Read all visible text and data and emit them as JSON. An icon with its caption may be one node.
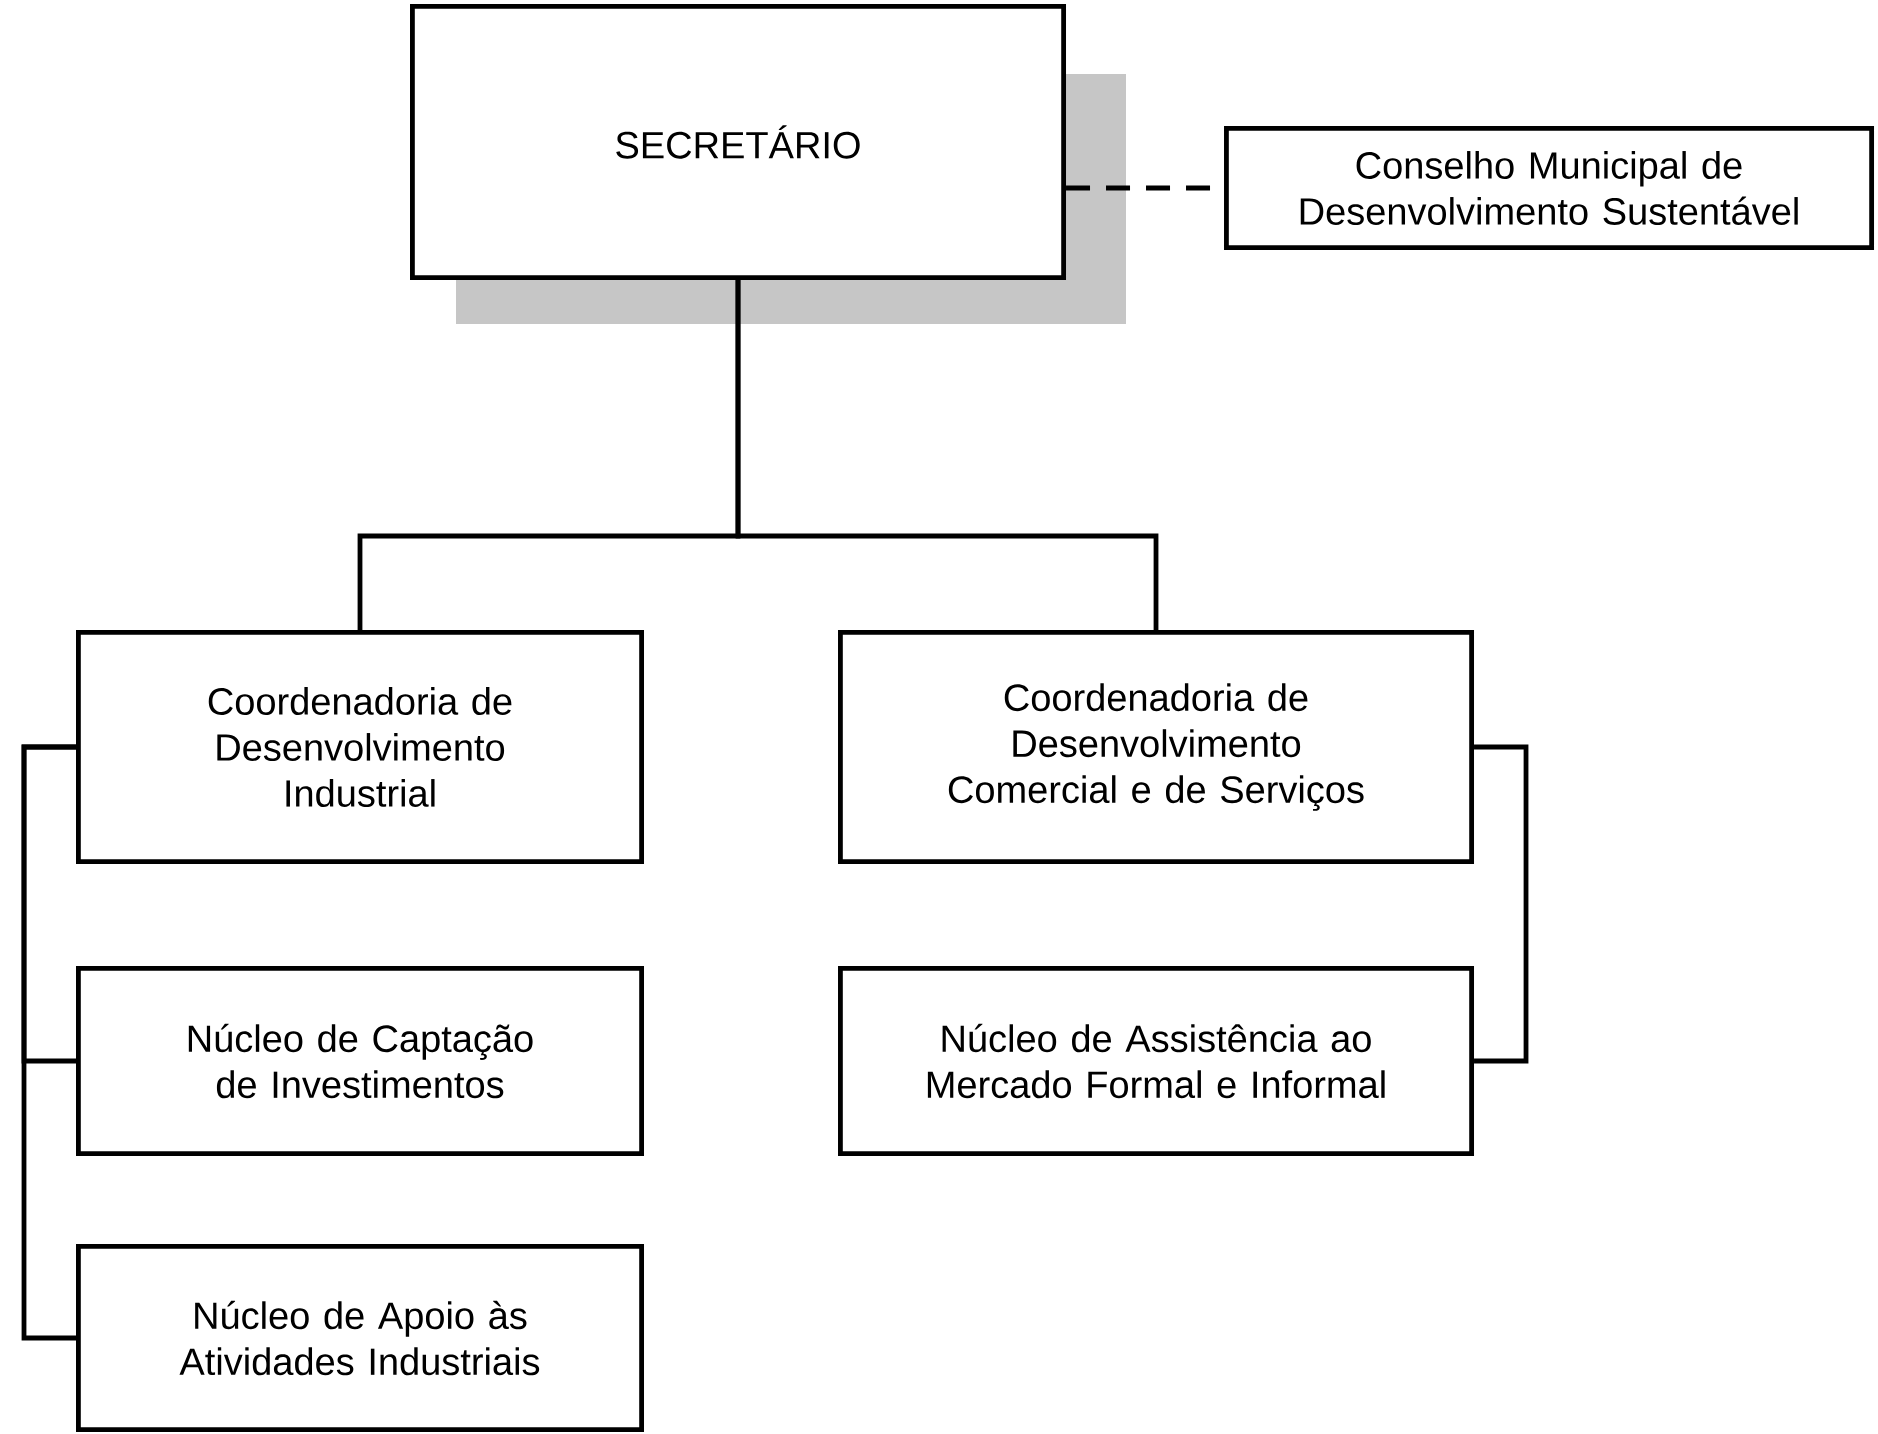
{
  "diagram": {
    "nodes": [
      {
        "text": [
          "SECRETÁRIO"
        ]
      },
      {
        "text": [
          "Conselho Municipal de Desenvolvimento Sustentável"
        ]
      },
      {
        "text": [
          "Coordenadoria de Desenvolvimento Industrial"
        ]
      },
      {
        "text": [
          "Coordenadoria de Desenvolvimento Comercial e de Serviços"
        ]
      },
      {
        "text": [
          "Núcleo de Captação de Investimentos"
        ]
      },
      {
        "text": [
          "Núcleo de Apoio às Atividades Industriais"
        ]
      },
      {
        "text": [
          "Núcleo de Assistência ao Mercado Formal e Informal"
        ]
      }
    ],
    "edges": [
      {
        "from": 0,
        "to": 1,
        "arrow": "none",
        "style": "dashed"
      },
      {
        "from": 0,
        "to": 2,
        "arrow": "none"
      },
      {
        "from": 0,
        "to": 3,
        "arrow": "none"
      },
      {
        "from": 2,
        "to": 4,
        "arrow": "none"
      },
      {
        "from": 2,
        "to": 5,
        "arrow": "none"
      },
      {
        "from": 3,
        "to": 6,
        "arrow": "none"
      }
    ]
  }
}
